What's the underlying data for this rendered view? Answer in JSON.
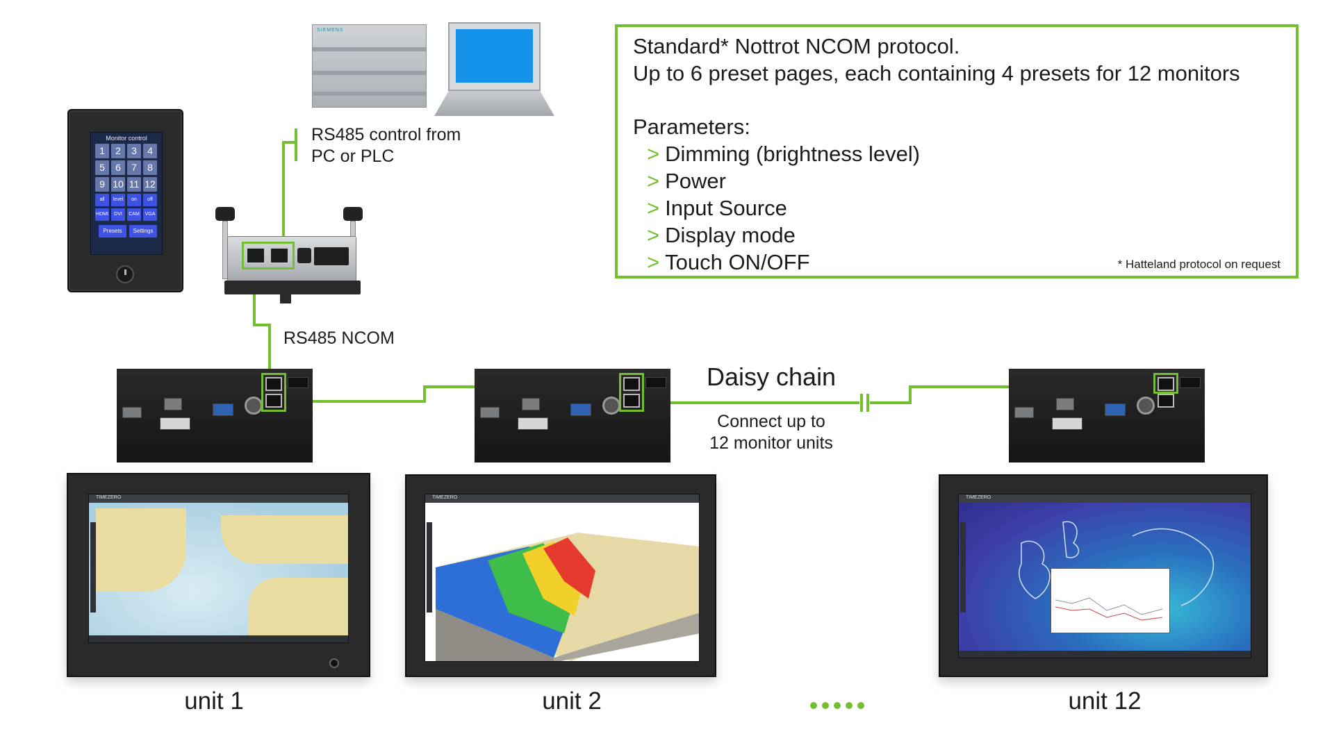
{
  "info_box": {
    "line1": "Standard* Nottrot NCOM protocol.",
    "line2": "Up to 6 preset pages, each containing 4 presets for 12 monitors",
    "params_heading": "Parameters:",
    "chevron": ">",
    "params": [
      "Dimming (brightness level)",
      "Power",
      "Input Source",
      "Display mode",
      "Touch ON/OFF"
    ],
    "footnote": "* Hatteland protocol on request"
  },
  "labels": {
    "rs485_control_line1": "RS485 control from",
    "rs485_control_line2": "PC or PLC",
    "rs485_ncom": "RS485 NCOM",
    "daisy_chain": "Daisy chain",
    "connect_line1": "Connect up to",
    "connect_line2": "12 monitor units"
  },
  "units": [
    "unit 1",
    "unit 2",
    "unit 12"
  ],
  "controller": {
    "title": "Monitor control",
    "keys": [
      "1",
      "2",
      "3",
      "4",
      "5",
      "6",
      "7",
      "8",
      "9",
      "10",
      "11",
      "12"
    ],
    "function_keys": [
      "all",
      "level",
      "on",
      "off",
      "HDMI",
      "DVI",
      "CAM",
      "VGA"
    ],
    "bottom_keys": [
      "Presets",
      "Settings"
    ]
  },
  "plc_brand": "SIEMENS",
  "screen_app": "TIMEZERO",
  "colors": {
    "accent_green": "#72bf2f",
    "text": "#1a1a1a",
    "key_blue": "#3f52e6",
    "key_grey_blue": "#6677a9",
    "laptop_screen": "#1592ea",
    "monitor_bezel": "#2a2a2a"
  },
  "icons": [
    "siemens-plc-icon",
    "laptop-icon",
    "rs485-converter-icon",
    "rear-connector-panel-icon",
    "monitor-icon",
    "power-knob-icon",
    "ellipsis-dots-icon"
  ]
}
